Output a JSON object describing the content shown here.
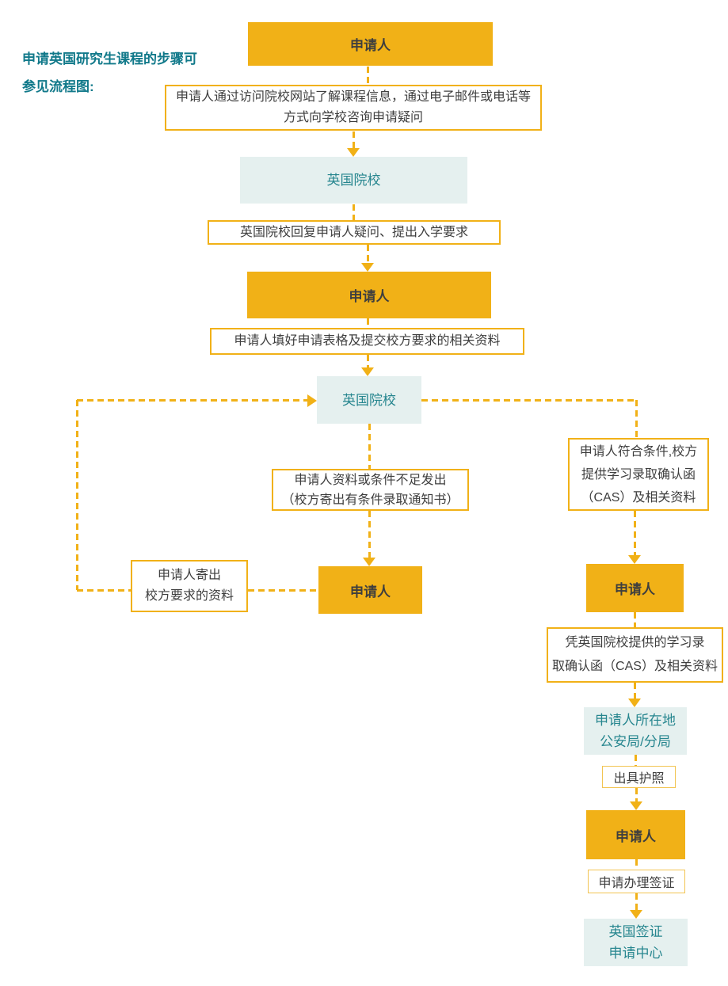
{
  "intro": {
    "text": "申请英国研究生课程的步骤可\n参见流程图:"
  },
  "colors": {
    "amber": "#F1B117",
    "amber_light_border": "#F2C452",
    "teal_text": "#27868F",
    "title_teal": "#11798A",
    "light_teal_bg": "#E5F0EF",
    "text_dark": "#3E3E3E",
    "background": "#FFFFFF"
  },
  "flow": {
    "applicant_top": "申请人",
    "step_inquiry": "申请人通过访问院校网站了解课程信息，通过电子邮件或电话等\n方式向学校咨询申请疑问",
    "uk_school_1": "英国院校",
    "step_reply": "英国院校回复申请人疑问、提出入学要求",
    "applicant_2": "申请人",
    "step_submit": "申请人填好申请表格及提交校方要求的相关资料",
    "uk_school_2": "英国院校",
    "step_conditional": "申请人资料或条件不足发出\n（校方寄出有条件录取通知书）",
    "applicant_mid": "申请人",
    "step_send_docs": "申请人寄出\n校方要求的资料",
    "step_qualified": "申请人符合条件,校方\n提供学习录取确认函\n（CAS）及相关资料",
    "applicant_right": "申请人",
    "step_cas": "凭英国院校提供的学习录\n取确认函（CAS）及相关资料",
    "police": "申请人所在地\n公安局/分局",
    "step_passport": "出具护照",
    "applicant_bottom": "申请人",
    "step_visa": "申请办理签证",
    "visa_center": "英国签证\n申请中心"
  }
}
